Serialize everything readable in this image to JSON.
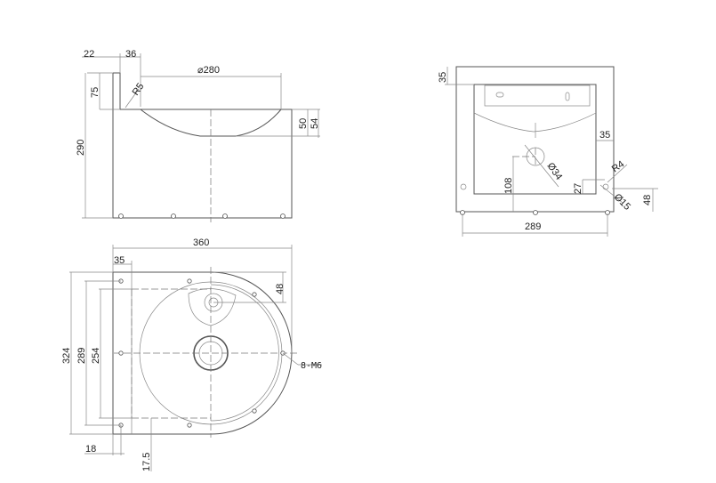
{
  "side_view": {
    "dims": {
      "d22": "22",
      "d36": "36",
      "dia280": "⌀280",
      "d75": "75",
      "r5": "R5",
      "d290": "290",
      "d50": "50",
      "d54": "54"
    }
  },
  "front_view": {
    "dims": {
      "d35_top": "35",
      "d35_right": "35",
      "dia34": "Ø34",
      "r4": "R4",
      "d108": "108",
      "d27": "27",
      "dia15": "Ø15",
      "d48": "48",
      "d289": "289"
    }
  },
  "top_view": {
    "dims": {
      "d360": "360",
      "d35": "35",
      "d48": "48",
      "d324": "324",
      "d289": "289",
      "d254": "254",
      "bolts": "8-M6",
      "d18": "18",
      "d17_5": "17.5"
    }
  }
}
